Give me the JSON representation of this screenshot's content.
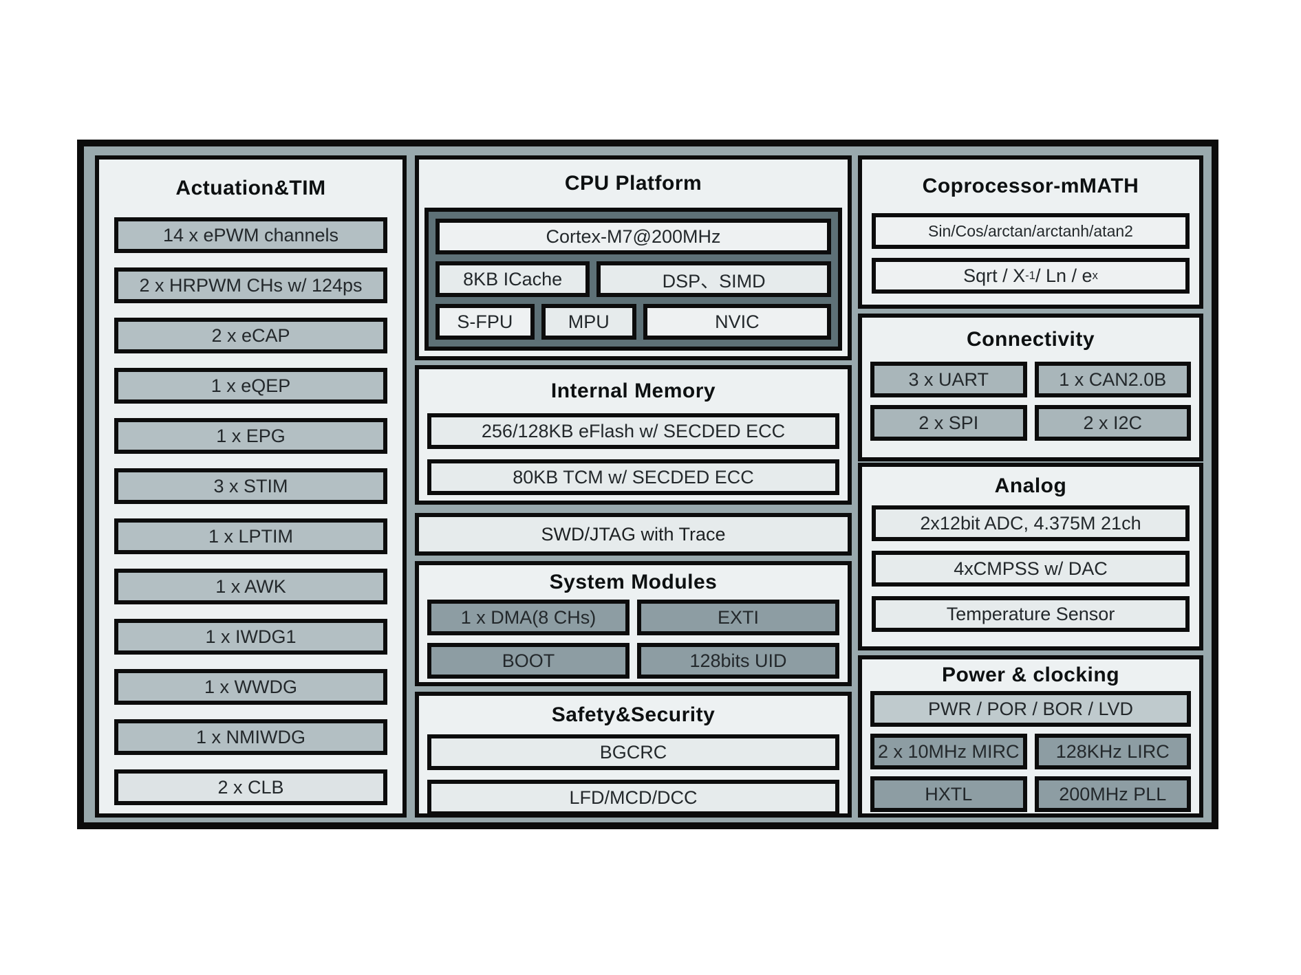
{
  "colors": {
    "frame_fill": "#99a9ad",
    "frame_border": "#0c0c0c",
    "panel_fill": "#edf1f2",
    "box_medium": "#b3bfc3",
    "box_light": "#e6ebec",
    "box_dark": "#8d9da3",
    "box_connectivity": "#a9b6ba",
    "cpu_container": "#5e7177",
    "power_top_box": "#bfcacd"
  },
  "sections": {
    "actuation": {
      "title": "Actuation&TIM",
      "items": [
        {
          "label": "14 x ePWM channels"
        },
        {
          "label": "2 x HRPWM CHs w/ 124ps"
        },
        {
          "label": "2 x eCAP"
        },
        {
          "label": "1 x eQEP"
        },
        {
          "label": "1 x EPG"
        },
        {
          "label": "3 x STIM"
        },
        {
          "label": "1 x LPTIM"
        },
        {
          "label": "1 x AWK"
        },
        {
          "label": "1 x IWDG1"
        },
        {
          "label": "1 x WWDG"
        },
        {
          "label": "1 x NMIWDG"
        },
        {
          "label": "2 x CLB"
        }
      ]
    },
    "cpu": {
      "title": "CPU Platform",
      "core": "Cortex-M7@200MHz",
      "icache": "8KB ICache",
      "dsp": "DSP、SIMD",
      "sfpu": "S-FPU",
      "mpu": "MPU",
      "nvic": "NVIC"
    },
    "memory": {
      "title": "Internal Memory",
      "items": [
        {
          "label": "256/128KB eFlash w/ SECDED ECC"
        },
        {
          "label": "80KB TCM w/ SECDED ECC"
        }
      ]
    },
    "debug": {
      "label": "SWD/JTAG with Trace"
    },
    "system": {
      "title": "System Modules",
      "items": [
        {
          "label": "1 x DMA(8 CHs)"
        },
        {
          "label": "EXTI"
        },
        {
          "label": "BOOT"
        },
        {
          "label": "128bits UID"
        }
      ]
    },
    "safety": {
      "title": "Safety&Security",
      "items": [
        {
          "label": "BGCRC"
        },
        {
          "label": "LFD/MCD/DCC"
        }
      ]
    },
    "math": {
      "title": "Coprocessor-mMATH",
      "trig": "Sin/Cos/arctan/arctanh/atan2",
      "alg": {
        "b1": "Sqrt / X",
        "s1": "-1",
        "b2": " / Ln / e",
        "s2": "x"
      }
    },
    "connectivity": {
      "title": "Connectivity",
      "items": [
        {
          "label": "3 x UART"
        },
        {
          "label": "1 x CAN2.0B"
        },
        {
          "label": "2 x SPI"
        },
        {
          "label": "2 x I2C"
        }
      ]
    },
    "analog": {
      "title": "Analog",
      "items": [
        {
          "label": "2x12bit ADC, 4.375M 21ch"
        },
        {
          "label": "4xCMPSS w/ DAC"
        },
        {
          "label": "Temperature Sensor"
        }
      ]
    },
    "power": {
      "title": "Power & clocking",
      "top": "PWR / POR / BOR / LVD",
      "items": [
        {
          "label": "2 x 10MHz MIRC"
        },
        {
          "label": "128KHz LIRC"
        },
        {
          "label": "HXTL"
        },
        {
          "label": "200MHz PLL"
        }
      ]
    }
  }
}
